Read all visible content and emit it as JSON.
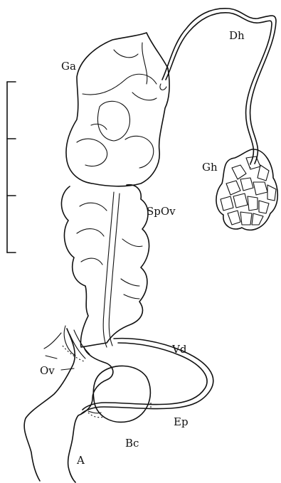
{
  "figure": {
    "labels": {
      "dh": "Dh",
      "ga": "Ga",
      "gh": "Gh",
      "spov": "SpOv",
      "vd": "Vd",
      "ov": "Ov",
      "ep": "Ep",
      "bc": "Bc",
      "a": "A"
    }
  }
}
